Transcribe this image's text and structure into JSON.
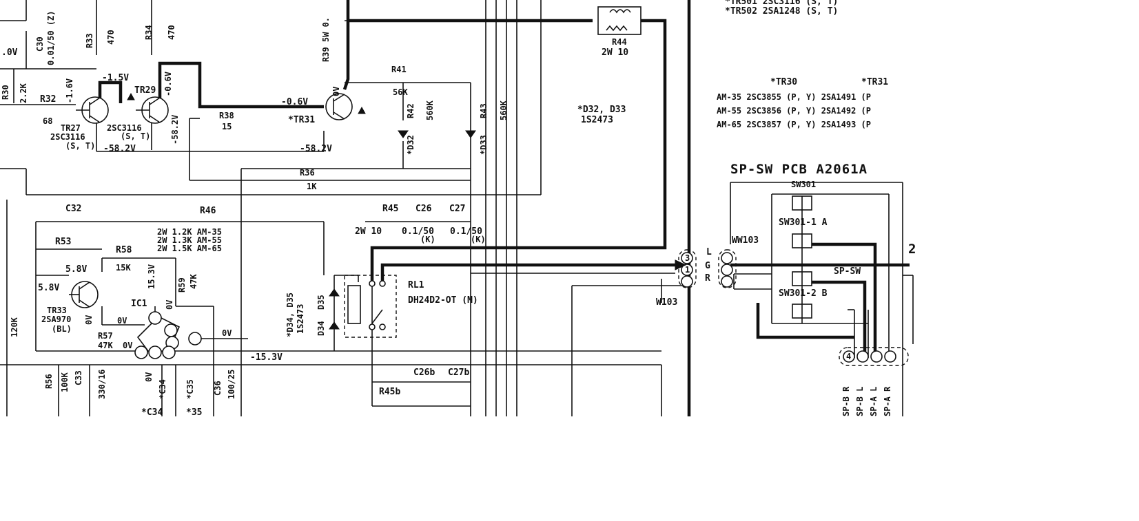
{
  "labels": {
    "tr501": "*TR501 2SC3116 (S, T)",
    "tr502": "*TR502 2SA1248 (S, T)",
    "c30": "C30",
    "c30_val": "0.01/50 (Z)",
    "r33": "R33",
    "r33_val": "470",
    "r34": "R34",
    "r34_val": "470",
    "r39": "R39 5W 0.",
    "v0": ".0V",
    "r30": "R30",
    "r30_val": "2.2K",
    "r32": "R32",
    "r32_val": "68",
    "v_m16": "-1.6V",
    "v_m15": "-1.5V",
    "tr29": "TR29",
    "v_m06a": "-0.6V",
    "v_0v_tr31": "0V",
    "tr27": "TR27",
    "tr27_type": "2SC3116",
    "tr27_rank": "(S, T)",
    "tr29_type": "2SC3116",
    "tr29_rank": "(S, T)",
    "v_m582a": "-58.2V",
    "v_m582b": "-58.2V",
    "v_m582c": "-58.2V",
    "r38": "R38",
    "r38_val": "15",
    "tr31": "*TR31",
    "v_m06b": "-0.6V",
    "r41": "R41",
    "r41_val": "56K",
    "r42": "R42",
    "r42_val": "560K",
    "d32": "*D32",
    "r43": "R43",
    "r43_val": "560K",
    "d33": "*D33",
    "r44": "R44",
    "r44_val": "2W 10",
    "d3233": "*D32, D33",
    "d3233_type": "1S2473",
    "r36": "R36",
    "r36_val": "1K",
    "tr30_hdr": "*TR30",
    "tr31_hdr": "*TR31",
    "am35": "AM-35  2SC3855 (P, Y) 2SA1491 (P",
    "am55": "AM-55  2SC3856 (P, Y) 2SA1492 (P",
    "am65": "AM-65  2SC3857 (P, Y) 2SA1493 (P",
    "sp_sw_pcb": "SP-SW PCB   A2061A",
    "c32": "C32",
    "r46": "R46",
    "r46_v1": "2W 1.2K AM-35",
    "r46_v2": "2W 1.3K AM-55",
    "r46_v3": "2W 1.5K AM-65",
    "r53": "R53",
    "r58": "R58",
    "r58_val": "15K",
    "v_153a": "15.3V",
    "r59": "R59",
    "r59_val": "47K",
    "v_58a": "5.8V",
    "v_58b": "5.8V",
    "ic1": "IC1",
    "v_0v_ic": "0V",
    "v_0v_ic2": "0V",
    "v_0v_tr33": "0V",
    "tr33": "TR33",
    "tr33_type": "2SA970",
    "tr33_rank": "(BL)",
    "r57": "R57",
    "r57_val": "47K",
    "v_0v_r57": "0V",
    "r120k": "120K",
    "r45": "R45",
    "c26": "C26",
    "c27": "C27",
    "r45_val": "2W 10",
    "c26_val": "0.1/50",
    "c26_k": "(K)",
    "c27_val": "0.1/50",
    "c27_k": "(K)",
    "d3435": "*D34, D35",
    "d3435_type": "1S2473",
    "d34": "D34",
    "d35": "D35",
    "rl1": "RL1",
    "rl1_type": "DH24D2-OT (M)",
    "v_0v_out": "0V",
    "v_m153": "-15.3V",
    "r56": "R56",
    "r56_val": "100K",
    "c33": "C33",
    "c33_val": "330/16",
    "v_0v_c34": "0V",
    "c34": "*C34",
    "c35": "*C35",
    "c100": "C36",
    "c100_val": "100/25",
    "c34b": "*C34",
    "c35b": "*35",
    "c26b": "C26b",
    "c27b": "C27b",
    "r45b": "R45b",
    "w103": "W103",
    "ww103": "WW103",
    "lgr_l": "L",
    "lgr_g": "G",
    "lgr_r": "R",
    "sw301": "SW301",
    "sw301_1a": "SW301-1  A",
    "sw301_2b": "SW301-2  B",
    "sp_sw": "SP-SW",
    "spb_r": "SP-B R",
    "spb_l": "SP-B L",
    "spa_l": "SP-A L",
    "spa_r": "SP-A R",
    "pin2": "2",
    "pin3": "3",
    "pin1": "1",
    "pin4": "4"
  }
}
